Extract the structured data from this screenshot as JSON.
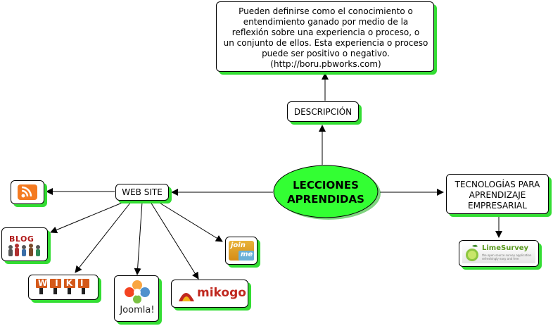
{
  "central": {
    "title_line1": "LECCIONES",
    "title_line2": "APRENDIDAS",
    "fill": "#33ff33"
  },
  "description_node": {
    "label": "DESCRIPCIÓN",
    "text_lines": [
      "Pueden definirse como el conocimiento o",
      "entendimiento ganado por medio de la",
      "reflexión sobre una experiencia o proceso, o",
      "un conjunto de ellos. Esta experiencia o proceso",
      "puede ser positivo o negativo.",
      "(http://boru.pbworks.com)"
    ]
  },
  "website_node": {
    "label": "WEB SITE"
  },
  "tech_node": {
    "lines": [
      "TECNOLOGÍAS PARA",
      "APRENDIZAJE",
      "EMPRESARIAL"
    ]
  },
  "logos": {
    "rss": "rss-icon",
    "blog": "BLOG",
    "wiki": "WIKI",
    "joomla": "Joomla!",
    "mikogo": "mikogo",
    "joinme_top": "join",
    "joinme_bottom": "me",
    "limesurvey": "LimeSurvey",
    "limesurvey_tagline_1": "the open source survey application",
    "limesurvey_tagline_2": "refreshingly easy and free"
  },
  "colors": {
    "shadow": "#33dd33",
    "line": "#000000"
  }
}
